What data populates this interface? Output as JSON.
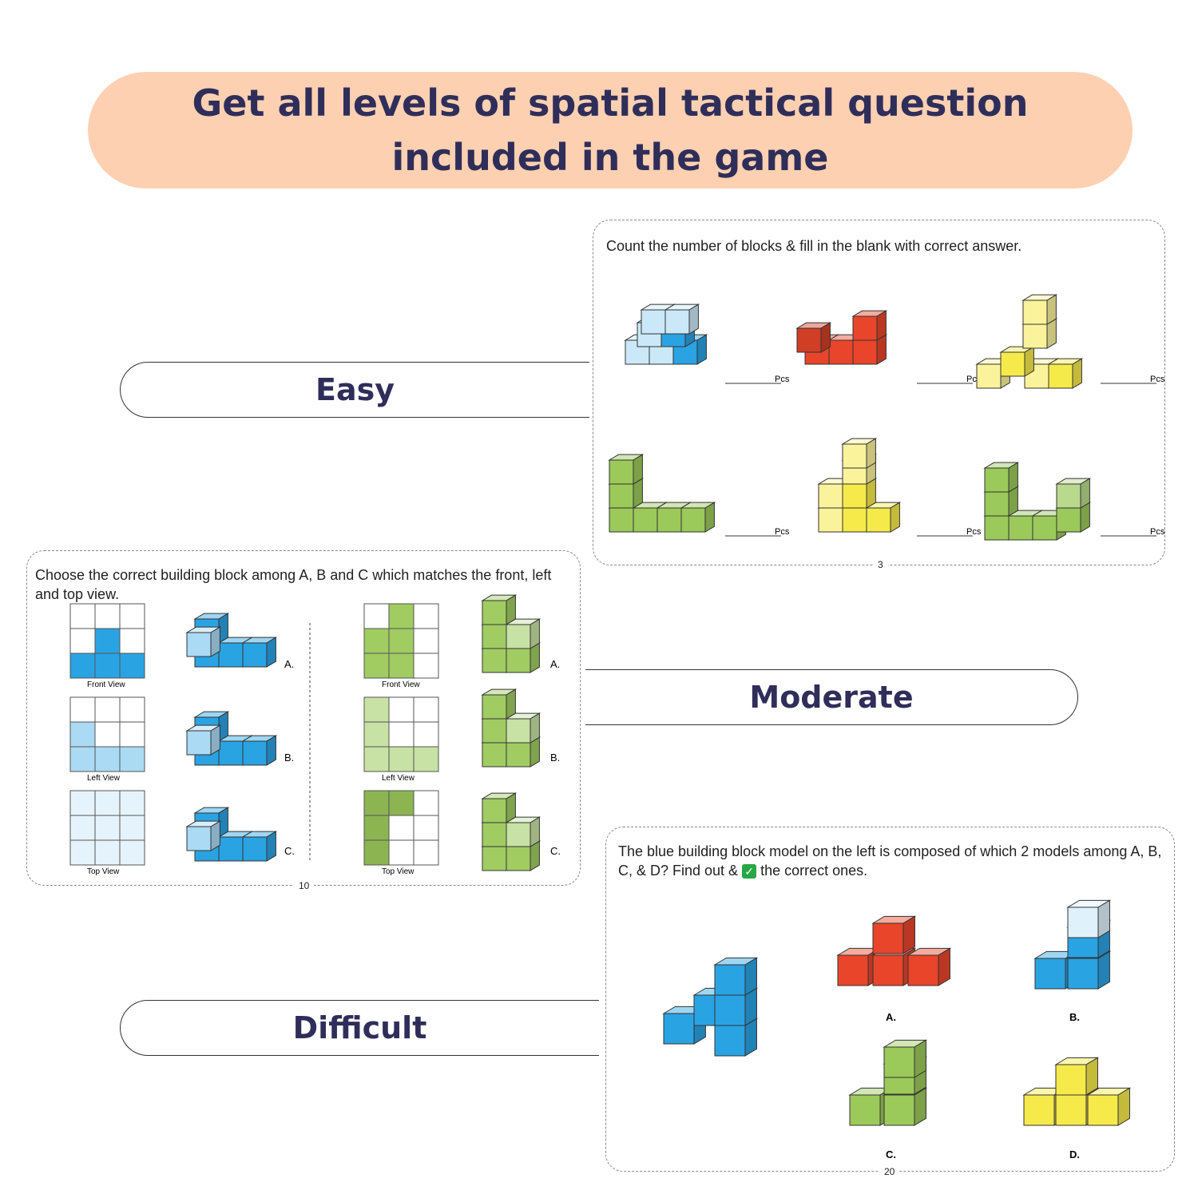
{
  "banner": {
    "title": "Get all levels of spatial tactical question included in the game"
  },
  "levels": {
    "easy": "Easy",
    "moderate": "Moderate",
    "difficult": "Difficult"
  },
  "easy_card": {
    "question": "Count the number of blocks & fill in the blank with correct answer.",
    "blank_suffix": "Pcs",
    "page": "3",
    "colors": {
      "blue": "#2aa3e3",
      "red": "#e8452a",
      "yellow": "#f6ea4a",
      "green": "#9bc95a"
    }
  },
  "moderate_card": {
    "question": "Choose the correct building block among A, B and C which matches the front, left and top view.",
    "views": [
      "Front View",
      "Left View",
      "Top View"
    ],
    "options": [
      "A.",
      "B.",
      "C."
    ],
    "page": "10"
  },
  "difficult_card": {
    "question_part1": "The blue building block model on the left is composed of which 2 models among A, B, C, & D? Find out &",
    "question_part2": "the correct ones.",
    "options": [
      "A.",
      "B.",
      "C.",
      "D."
    ],
    "page": "20"
  }
}
